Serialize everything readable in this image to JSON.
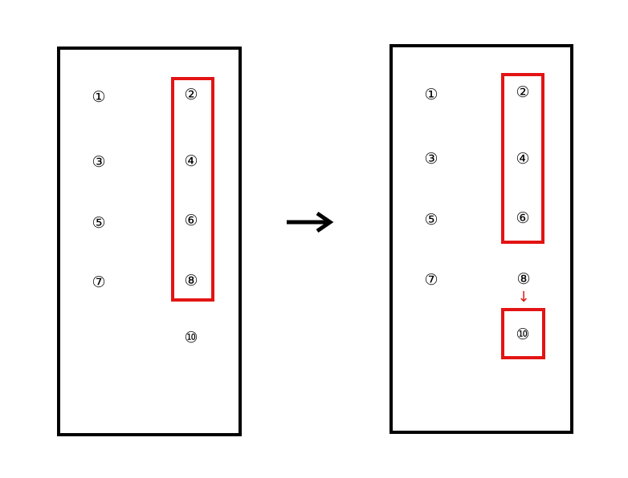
{
  "colors": {
    "highlight": "#e31414",
    "frame": "#000000",
    "background": "#ffffff"
  },
  "left_panel": {
    "items": [
      "①",
      "②",
      "③",
      "④",
      "⑤",
      "⑥",
      "⑦",
      "⑧",
      "⑩"
    ],
    "highlighted_items": [
      "②",
      "④",
      "⑥",
      "⑧"
    ]
  },
  "transition": {
    "icon": "right-arrow-icon"
  },
  "right_panel": {
    "items": [
      "①",
      "②",
      "③",
      "④",
      "⑤",
      "⑥",
      "⑦",
      "⑧",
      "⑩"
    ],
    "highlighted_group": [
      "②",
      "④",
      "⑥"
    ],
    "moved_from": "⑧",
    "moved_arrow": "↓",
    "highlighted_single": "⑩"
  }
}
